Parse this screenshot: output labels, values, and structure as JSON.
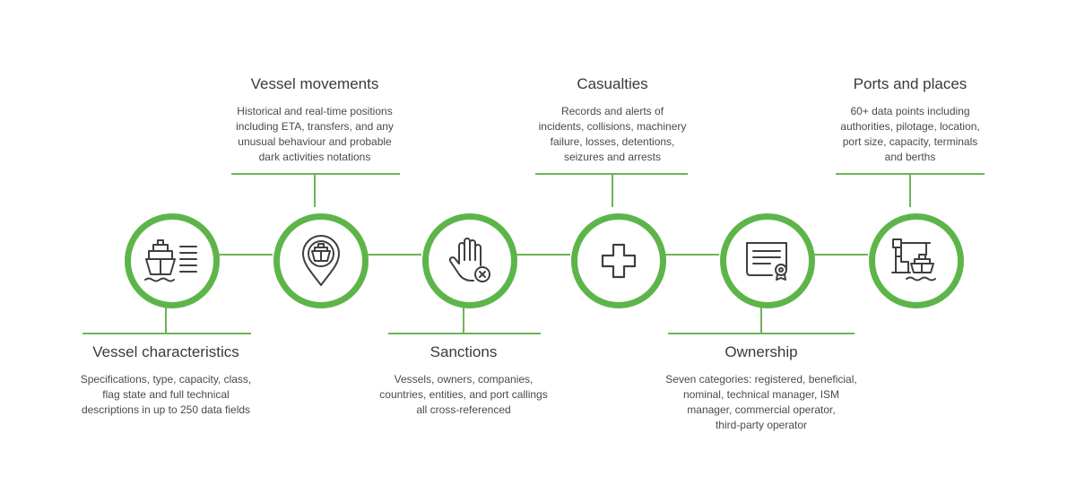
{
  "accent_color": "#5db54a",
  "icon_color": "#3f3f3f",
  "items": [
    {
      "title": "Vessel characteristics",
      "icon": "ship-data-icon",
      "description": [
        "Specifications, type, capacity, class,",
        "flag state and full technical",
        "descriptions in up to 250 data fields"
      ]
    },
    {
      "title": "Vessel movements",
      "icon": "ship-location-pin-icon",
      "description": [
        "Historical and real-time positions",
        "including ETA, transfers, and any",
        "unusual behaviour and probable",
        "dark activities notations"
      ]
    },
    {
      "title": "Sanctions",
      "icon": "hand-stop-icon",
      "description": [
        "Vessels, owners, companies,",
        "countries, entities, and port callings",
        "all cross-referenced"
      ]
    },
    {
      "title": "Casualties",
      "icon": "medical-cross-icon",
      "description": [
        "Records and alerts of",
        "incidents, collisions, machinery",
        "failure, losses, detentions,",
        "seizures and arrests"
      ]
    },
    {
      "title": "Ownership",
      "icon": "certificate-icon",
      "description": [
        "Seven categories: registered, beneficial,",
        "nominal, technical manager, ISM",
        "manager, commercial operator,",
        "third-party operator"
      ]
    },
    {
      "title": "Ports and places",
      "icon": "port-crane-icon",
      "description": [
        "60+ data points including",
        "authorities, pilotage, location,",
        "port size, capacity, terminals",
        "and berths"
      ]
    }
  ]
}
